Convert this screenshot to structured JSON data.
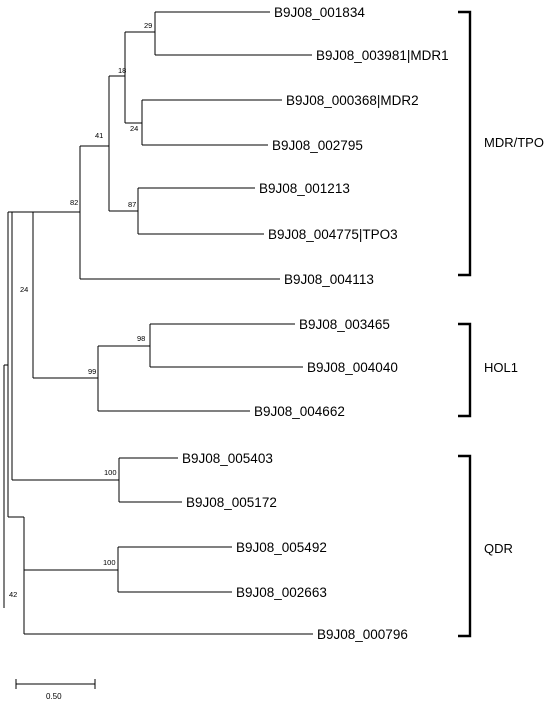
{
  "tree": {
    "leaves": [
      "B9J08_001834",
      "B9J08_003981|MDR1",
      "B9J08_000368|MDR2",
      "B9J08_002795",
      "B9J08_001213",
      "B9J08_004775|TPO3",
      "B9J08_004113",
      "B9J08_003465",
      "B9J08_004040",
      "B9J08_004662",
      "B9J08_005403",
      "B9J08_005172",
      "B9J08_005492",
      "B9J08_002663",
      "B9J08_000796"
    ],
    "support_values": [
      "29",
      "18",
      "24",
      "41",
      "87",
      "82",
      "24",
      "98",
      "99",
      "100",
      "100",
      "42"
    ]
  },
  "groups": [
    {
      "label": "MDR/TPO"
    },
    {
      "label": "HOL1"
    },
    {
      "label": "QDR"
    }
  ],
  "scale_bar": {
    "label": "0.50"
  }
}
